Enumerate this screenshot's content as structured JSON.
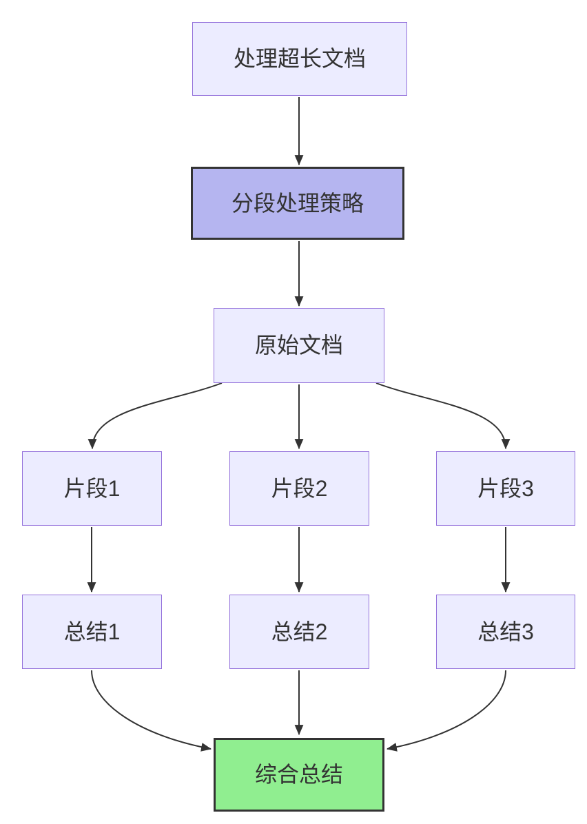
{
  "colors": {
    "node_fill": "#ECECFF",
    "node_border": "#9370DB",
    "highlight_fill": "#B5B5F0",
    "highlight_border": "#333333",
    "final_fill": "#90EE90",
    "final_border": "#333333",
    "edge": "#333333",
    "text": "#333333",
    "background": "#FFFFFF"
  },
  "diagram": {
    "type": "flowchart-top-down",
    "nodes": [
      {
        "id": "task",
        "label": "处理超长文档",
        "style": "light"
      },
      {
        "id": "strategy",
        "label": "分段处理策略",
        "style": "highlight"
      },
      {
        "id": "doc",
        "label": "原始文档",
        "style": "light"
      },
      {
        "id": "frag1",
        "label": "片段1",
        "style": "light"
      },
      {
        "id": "frag2",
        "label": "片段2",
        "style": "light"
      },
      {
        "id": "frag3",
        "label": "片段3",
        "style": "light"
      },
      {
        "id": "sum1",
        "label": "总结1",
        "style": "light"
      },
      {
        "id": "sum2",
        "label": "总结2",
        "style": "light"
      },
      {
        "id": "sum3",
        "label": "总结3",
        "style": "light"
      },
      {
        "id": "final",
        "label": "综合总结",
        "style": "final"
      }
    ],
    "edges": [
      {
        "from": "task",
        "to": "strategy"
      },
      {
        "from": "strategy",
        "to": "doc"
      },
      {
        "from": "doc",
        "to": "frag1"
      },
      {
        "from": "doc",
        "to": "frag2"
      },
      {
        "from": "doc",
        "to": "frag3"
      },
      {
        "from": "frag1",
        "to": "sum1"
      },
      {
        "from": "frag2",
        "to": "sum2"
      },
      {
        "from": "frag3",
        "to": "sum3"
      },
      {
        "from": "sum1",
        "to": "final"
      },
      {
        "from": "sum2",
        "to": "final"
      },
      {
        "from": "sum3",
        "to": "final"
      }
    ]
  }
}
